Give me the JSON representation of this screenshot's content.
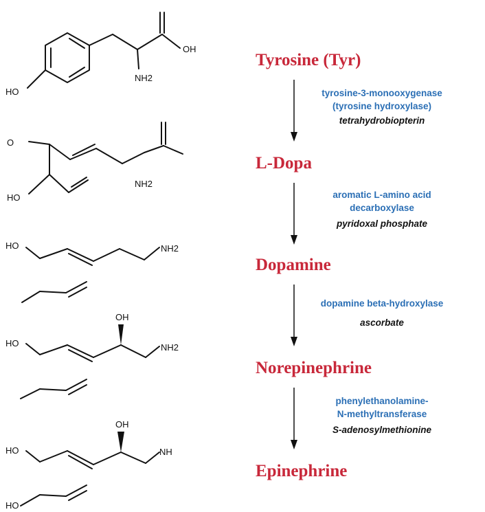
{
  "pathway": {
    "steps": [
      {
        "compound": "Tyrosine (Tyr)",
        "enzyme_lines": [
          "tyrosine-3-monooxygenase",
          "(tyrosine hydroxylase)"
        ],
        "cofactor": "tetrahydrobiopterin"
      },
      {
        "compound": "L-Dopa",
        "enzyme_lines": [
          "aromatic L-amino acid",
          "decarboxylase"
        ],
        "cofactor": "pyridoxal phosphate"
      },
      {
        "compound": "Dopamine",
        "enzyme_lines": [
          "dopamine beta-hydroxylase"
        ],
        "cofactor": "ascorbate"
      },
      {
        "compound": "Norepinephrine",
        "enzyme_lines": [
          "phenylethanolamine-",
          "N-methyltransferase"
        ],
        "cofactor": "S-adenosylmethionine"
      },
      {
        "compound": "Epinephrine",
        "enzyme_lines": [],
        "cofactor": ""
      }
    ]
  },
  "structures": {
    "atom_labels": [
      "HO",
      "OH",
      "NH2",
      "O",
      "HO",
      "NH2",
      "HO",
      "NH2",
      "HO",
      "OH",
      "NH2",
      "HO",
      "OH",
      "NH",
      "HO"
    ]
  },
  "colors": {
    "compound": "#c8283a",
    "enzyme": "#2b6fb5",
    "cofactor": "#111111",
    "bond": "#111111"
  }
}
